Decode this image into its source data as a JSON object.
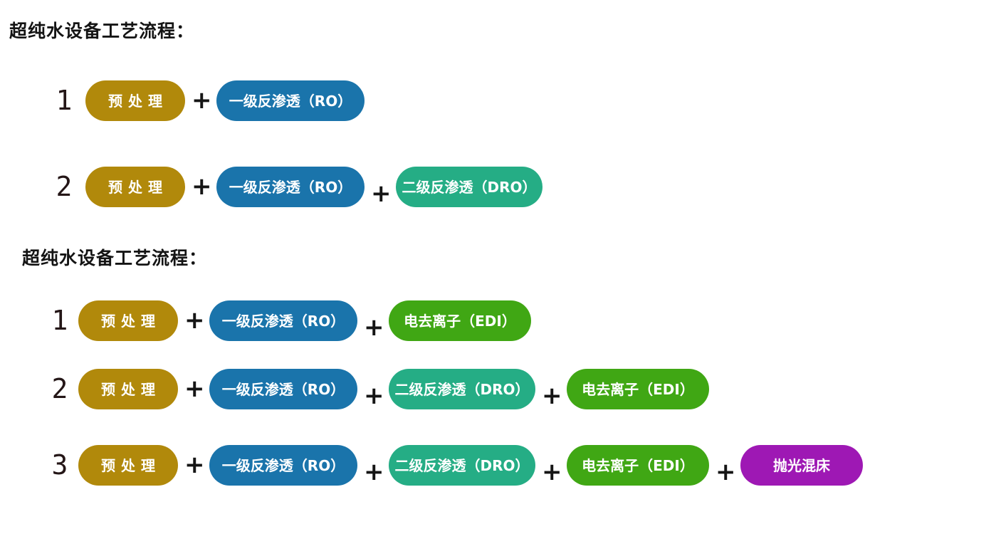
{
  "diagram": {
    "plus_sign": "+",
    "colors": {
      "gold": "#B1890B",
      "blue": "#1A74AB",
      "teal": "#25AD85",
      "green": "#40A714",
      "purple": "#9E18B4",
      "title_text": "#141414",
      "pill_text": "#ffffff",
      "number_text": "#241617",
      "background": "#ffffff"
    },
    "pill_types": {
      "pre": {
        "label": "预处理",
        "color_key": "gold",
        "name": "pretreatment"
      },
      "ro": {
        "label": "一级反渗透（RO）",
        "color_key": "blue",
        "name": "first-stage-ro"
      },
      "dro": {
        "label": "二级反渗透（DRO）",
        "color_key": "teal",
        "name": "second-stage-ro"
      },
      "edi": {
        "label": "电去离子（EDI）",
        "color_key": "green",
        "name": "edi"
      },
      "mixbed": {
        "label": "抛光混床",
        "color_key": "purple",
        "name": "polishing-mixed-bed"
      }
    },
    "sections": [
      {
        "title": "超纯水设备工艺流程：",
        "rows": [
          {
            "number": "1",
            "steps": [
              "pre",
              "ro"
            ]
          },
          {
            "number": "2",
            "steps": [
              "pre",
              "ro",
              "dro"
            ]
          }
        ]
      },
      {
        "title": "超纯水设备工艺流程：",
        "rows": [
          {
            "number": "1",
            "steps": [
              "pre",
              "ro",
              "edi"
            ]
          },
          {
            "number": "2",
            "steps": [
              "pre",
              "ro",
              "dro",
              "edi"
            ]
          },
          {
            "number": "3",
            "steps": [
              "pre",
              "ro",
              "dro",
              "edi",
              "mixbed"
            ]
          }
        ]
      }
    ]
  }
}
